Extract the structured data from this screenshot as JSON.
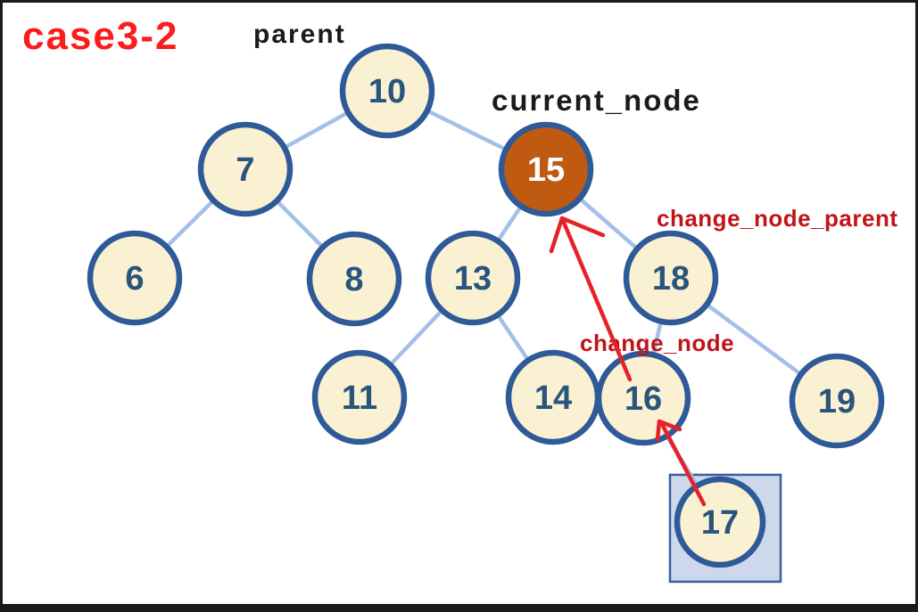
{
  "case_label": "case3-2",
  "labels": {
    "parent": "parent",
    "current_node": "current_node",
    "change_node_parent": "change_node_parent",
    "change_node": "change_node"
  },
  "tree": {
    "nodes": [
      {
        "value": "10",
        "role": "parent"
      },
      {
        "value": "7",
        "role": ""
      },
      {
        "value": "15",
        "role": "current_node",
        "highlight": "orange-fill"
      },
      {
        "value": "6",
        "role": ""
      },
      {
        "value": "8",
        "role": ""
      },
      {
        "value": "13",
        "role": ""
      },
      {
        "value": "18",
        "role": "change_node_parent"
      },
      {
        "value": "11",
        "role": ""
      },
      {
        "value": "14",
        "role": ""
      },
      {
        "value": "16",
        "role": "change_node"
      },
      {
        "value": "19",
        "role": ""
      },
      {
        "value": "17",
        "role": "",
        "highlight": "blue-box"
      }
    ],
    "edges": [
      [
        "10",
        "7"
      ],
      [
        "10",
        "15"
      ],
      [
        "7",
        "6"
      ],
      [
        "7",
        "8"
      ],
      [
        "15",
        "13"
      ],
      [
        "15",
        "18"
      ],
      [
        "13",
        "11"
      ],
      [
        "13",
        "14"
      ],
      [
        "18",
        "16"
      ],
      [
        "18",
        "19"
      ],
      [
        "16",
        "17"
      ]
    ],
    "annotation_arrows": [
      {
        "from": "16",
        "to": "15"
      },
      {
        "from": "17",
        "to": "16"
      }
    ]
  },
  "colors": {
    "node_fill": "#faf0d2",
    "node_border": "#2e5a97",
    "node_text": "#29547c",
    "current_node_fill": "#c05a11",
    "current_node_text": "#ffffff",
    "edge": "#a4c0e8",
    "arrow_red": "#e62129",
    "case_label_red": "#fc1c1c",
    "annotation_red": "#c01418",
    "highlight_box_fill": "#cdd8ec",
    "highlight_box_border": "#3a5f9b"
  }
}
